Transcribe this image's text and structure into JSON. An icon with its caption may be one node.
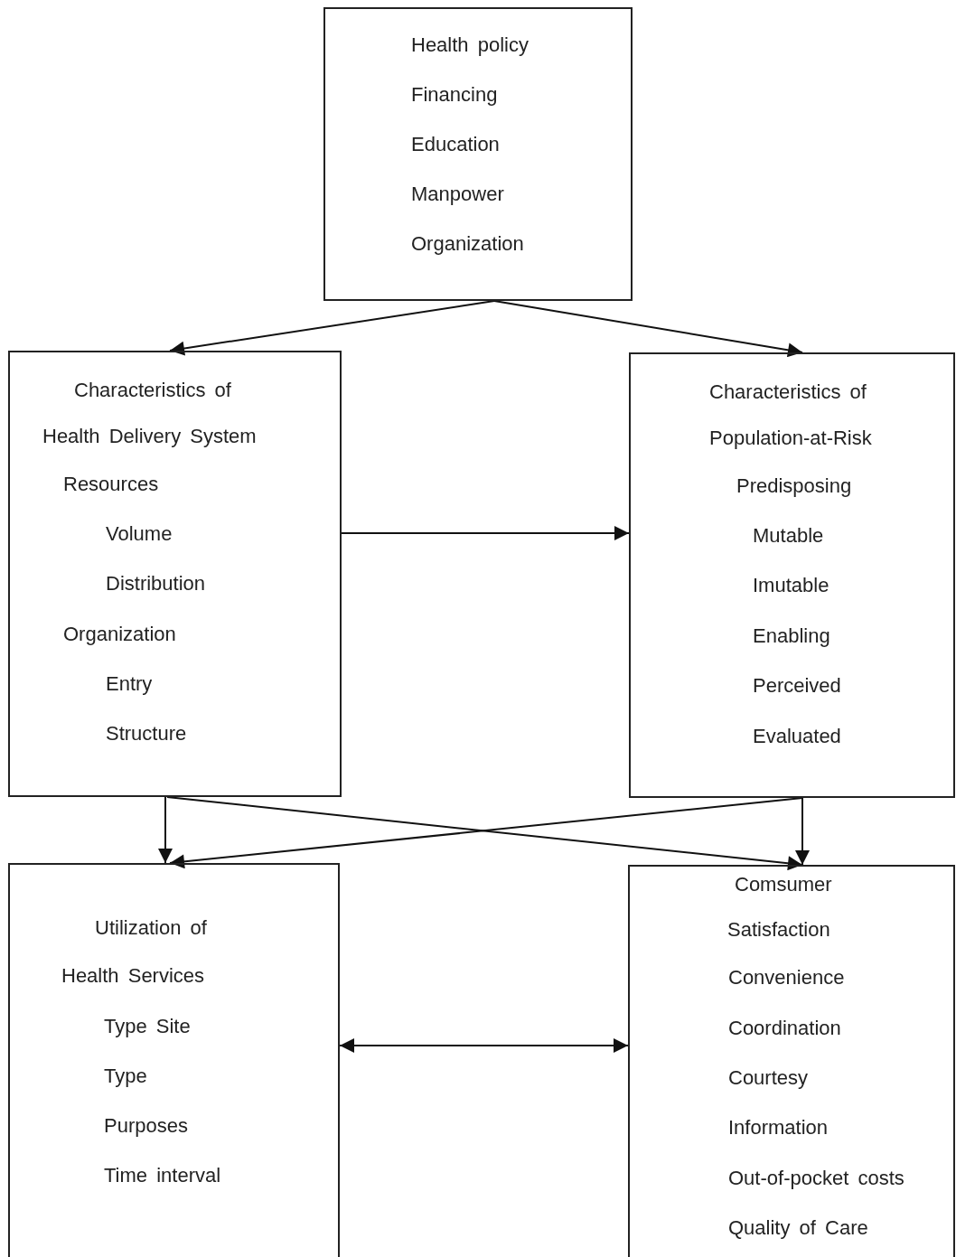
{
  "diagram": {
    "nodes": [
      {
        "text": [
          "Health policy",
          "Financing",
          "Education",
          "Manpower",
          "Organization"
        ]
      },
      {
        "text": [
          "Characteristics of",
          "Health Delivery System",
          "Resources",
          "Volume",
          "Distribution",
          "Organization",
          "Entry",
          "Structure"
        ]
      },
      {
        "text": [
          "Characteristics of",
          "Population-at-Risk",
          "Predisposing",
          "Mutable",
          "Imutable",
          "Enabling",
          "Perceived",
          "Evaluated"
        ]
      },
      {
        "text": [
          "Utilization of",
          "Health Services",
          "Type Site",
          "Type",
          "Purposes",
          "Time interval"
        ]
      },
      {
        "text": [
          "Comsumer",
          "Satisfaction",
          "Convenience",
          "Coordination",
          "Courtesy",
          "Information",
          "Out-of-pocket costs",
          "Quality of Care"
        ]
      }
    ],
    "edges": [
      {
        "from": 0,
        "to": 1,
        "arrow": "to"
      },
      {
        "from": 0,
        "to": 2,
        "arrow": "to"
      },
      {
        "from": 1,
        "to": 2,
        "arrow": "to"
      },
      {
        "from": 1,
        "to": 3,
        "arrow": "to"
      },
      {
        "from": 1,
        "to": 4,
        "arrow": "to"
      },
      {
        "from": 2,
        "to": 4,
        "arrow": "to"
      },
      {
        "from": 2,
        "to": 3,
        "arrow": "to"
      },
      {
        "from": 3,
        "to": 4,
        "arrow": "both"
      }
    ]
  }
}
